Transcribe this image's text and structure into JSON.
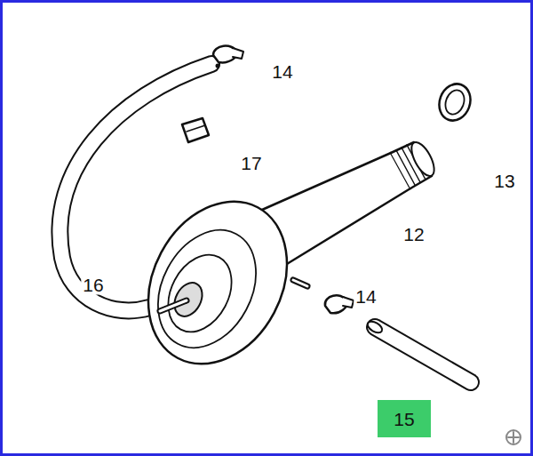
{
  "diagram": {
    "nodes": [
      {
        "text": [
          "15"
        ]
      }
    ],
    "labels": [
      "14",
      "17",
      "13",
      "12",
      "16",
      "14"
    ]
  }
}
